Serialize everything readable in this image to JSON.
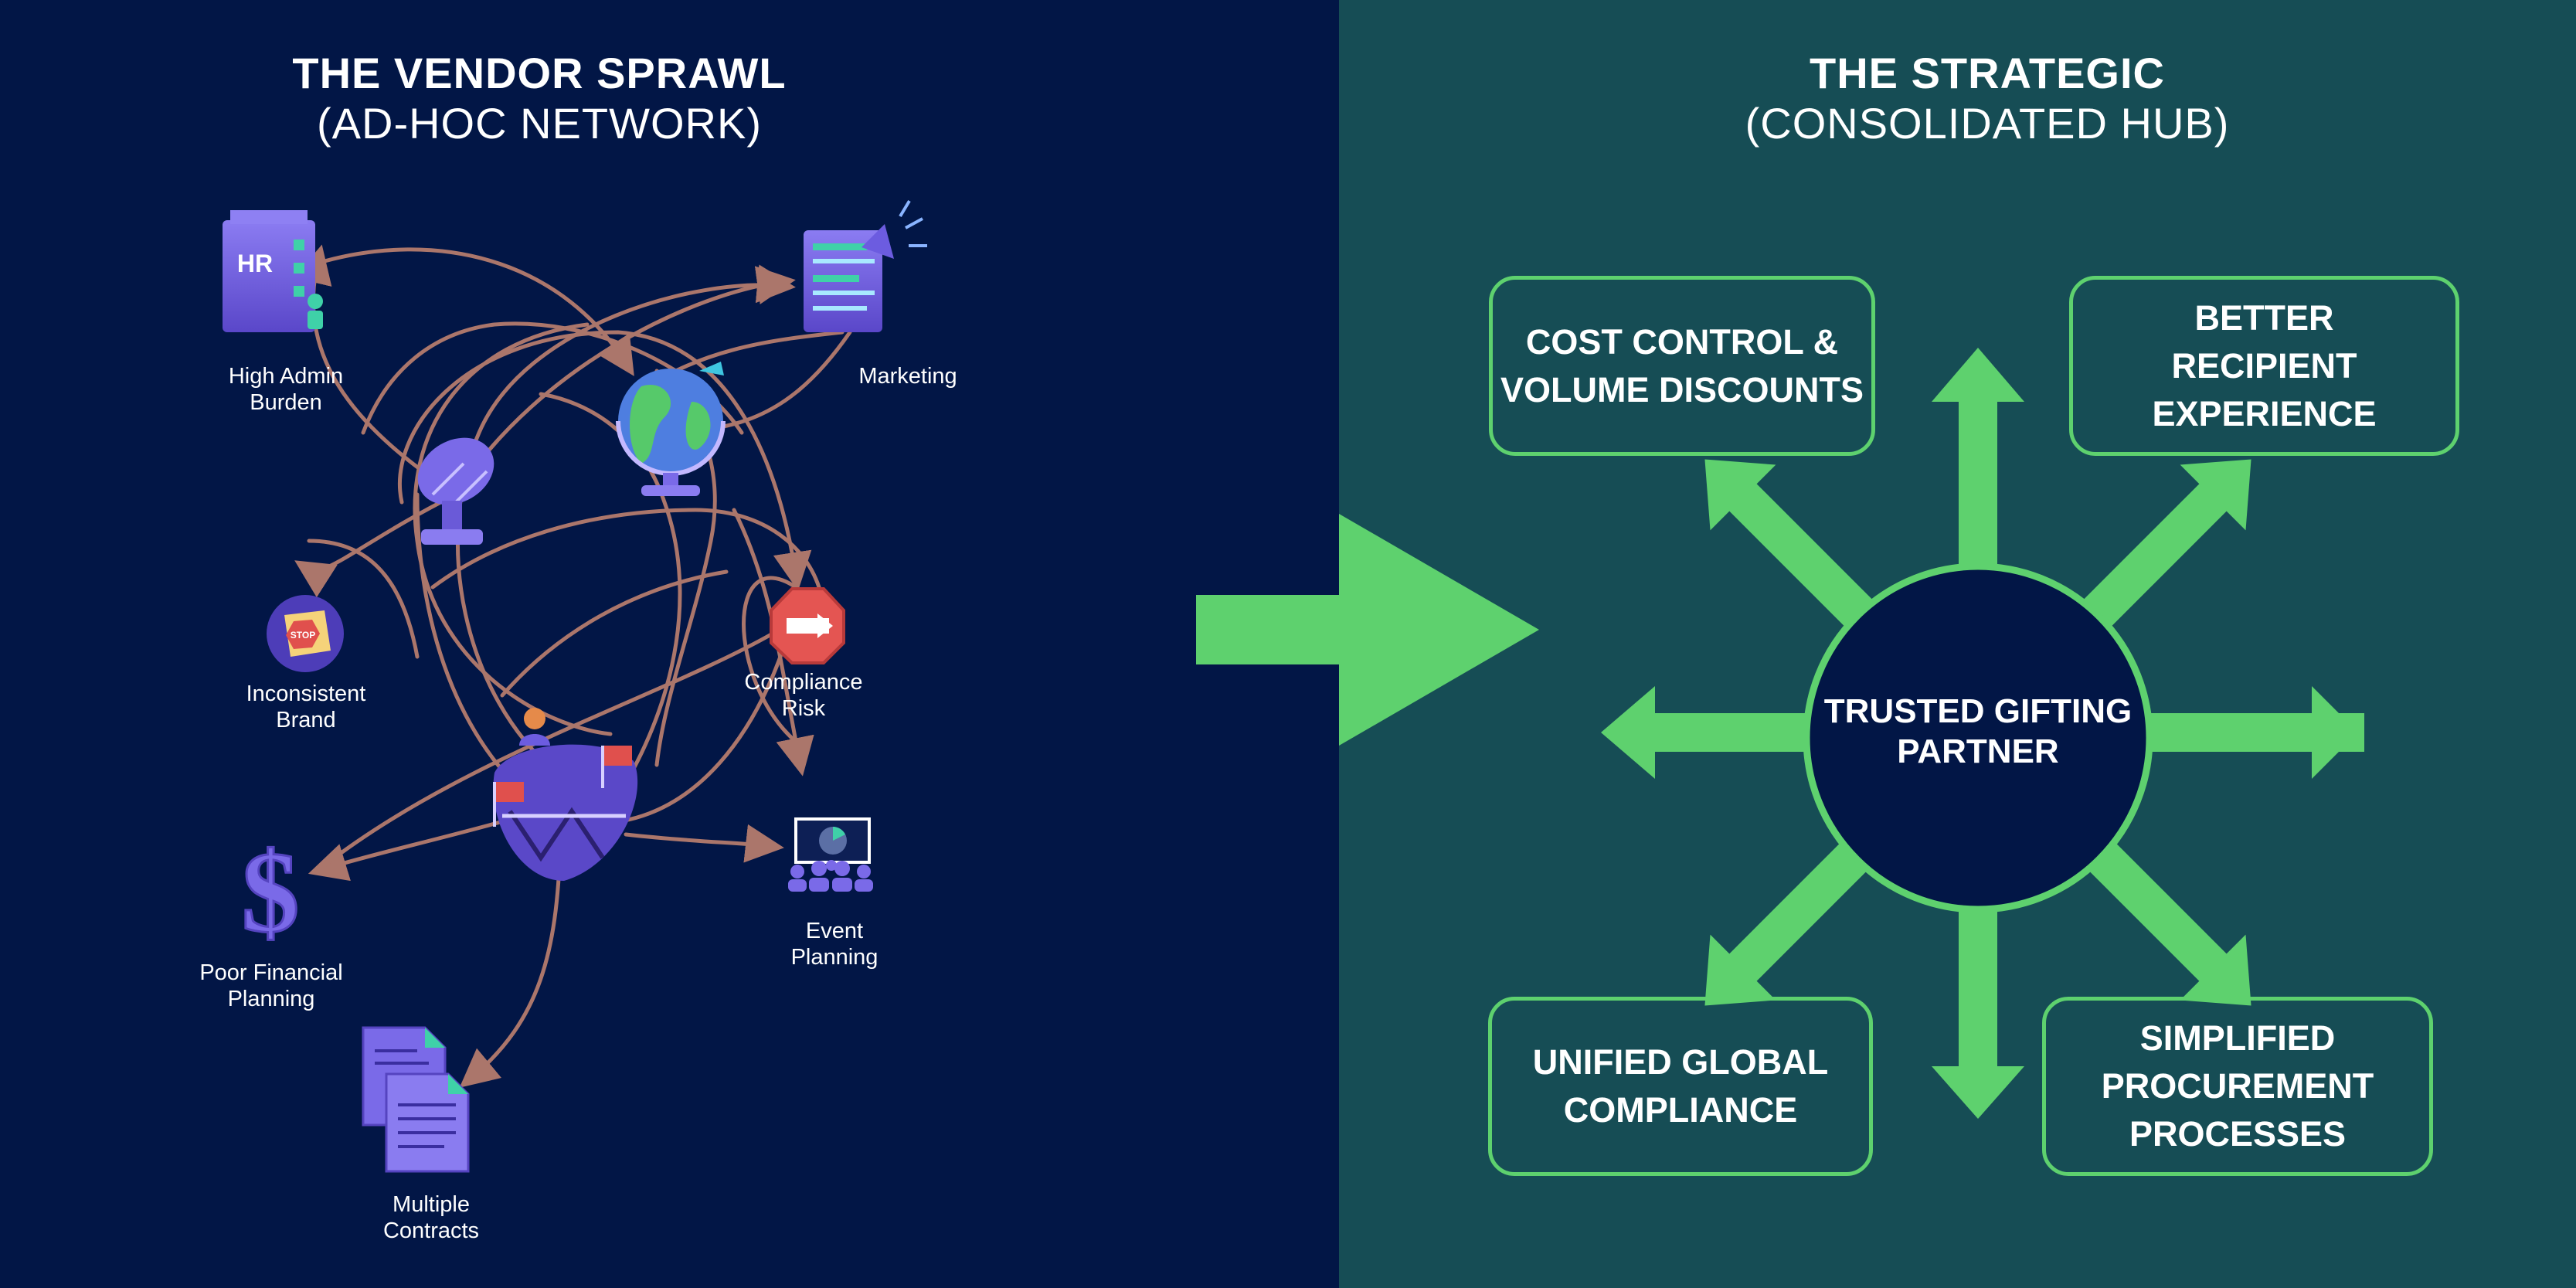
{
  "left": {
    "title": "THE VENDOR SPRAWL",
    "subtitle": "(AD-HOC NETWORK)",
    "nodes": {
      "admin": {
        "line1": "High Admin",
        "line2": "Burden",
        "icon": "hr-building-icon"
      },
      "marketing": {
        "line1": "Marketing",
        "line2": "",
        "icon": "marketing-board-icon"
      },
      "brand": {
        "line1": "Inconsistent",
        "line2": "Brand",
        "icon": "stop-sign-badge-icon"
      },
      "compliance": {
        "line1": "Compliance",
        "line2": "Risk",
        "icon": "no-entry-sign-icon"
      },
      "financial": {
        "line1": "Poor Financial",
        "line2": "Planning",
        "icon": "dollar-sign-icon"
      },
      "event": {
        "line1": "Event",
        "line2": "Planning",
        "icon": "presentation-audience-icon"
      },
      "contracts": {
        "line1": "Multiple",
        "line2": "Contracts",
        "icon": "documents-icon"
      }
    }
  },
  "right": {
    "title": "THE STRATEGIC",
    "subtitle": "(CONSOLIDATED HUB)",
    "hub": {
      "line1": "TRUSTED GIFTING",
      "line2": "PARTNER"
    },
    "boxes": {
      "cost": {
        "line1": "COST CONTROL &",
        "line2": "VOLUME DISCOUNTS",
        "line3": ""
      },
      "experience": {
        "line1": "BETTER",
        "line2": "RECIPIENT",
        "line3": "EXPERIENCE"
      },
      "compliance": {
        "line1": "UNIFIED GLOBAL",
        "line2": "COMPLIANCE",
        "line3": ""
      },
      "procurement": {
        "line1": "SIMPLIFIED",
        "line2": "PROCUREMENT",
        "line3": "PROCESSES"
      }
    }
  },
  "colors": {
    "left_bg": "#021646",
    "right_bg": "#164d55",
    "accent_green": "#5ed16e",
    "hub_fill": "#021646",
    "tangle_lines": "#c98772",
    "icon_purple": "#6c5ce0"
  }
}
